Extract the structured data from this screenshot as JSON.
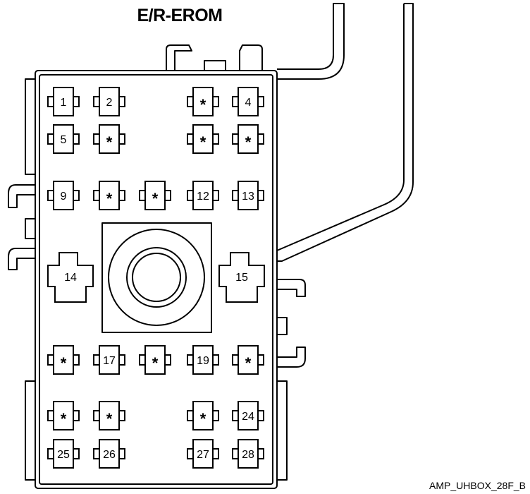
{
  "title": "E/R-EROM",
  "caption": "AMP_UHBOX_28F_B",
  "slots": [
    {
      "id": "1",
      "label": "1"
    },
    {
      "id": "2",
      "label": "2"
    },
    {
      "id": "3",
      "label": "*"
    },
    {
      "id": "4",
      "label": "4"
    },
    {
      "id": "5",
      "label": "5"
    },
    {
      "id": "6",
      "label": "*"
    },
    {
      "id": "7",
      "label": "*"
    },
    {
      "id": "8",
      "label": "*"
    },
    {
      "id": "9",
      "label": "9"
    },
    {
      "id": "10",
      "label": "*"
    },
    {
      "id": "11",
      "label": "*"
    },
    {
      "id": "12",
      "label": "12"
    },
    {
      "id": "13",
      "label": "13"
    },
    {
      "id": "16",
      "label": "*"
    },
    {
      "id": "17",
      "label": "17"
    },
    {
      "id": "18",
      "label": "*"
    },
    {
      "id": "19",
      "label": "19"
    },
    {
      "id": "20",
      "label": "*"
    },
    {
      "id": "21",
      "label": "*"
    },
    {
      "id": "22",
      "label": "*"
    },
    {
      "id": "23",
      "label": "*"
    },
    {
      "id": "24",
      "label": "24"
    },
    {
      "id": "25",
      "label": "25"
    },
    {
      "id": "26",
      "label": "26"
    },
    {
      "id": "27",
      "label": "27"
    },
    {
      "id": "28",
      "label": "28"
    }
  ],
  "relays": [
    {
      "id": "14",
      "label": "14"
    },
    {
      "id": "15",
      "label": "15"
    }
  ]
}
